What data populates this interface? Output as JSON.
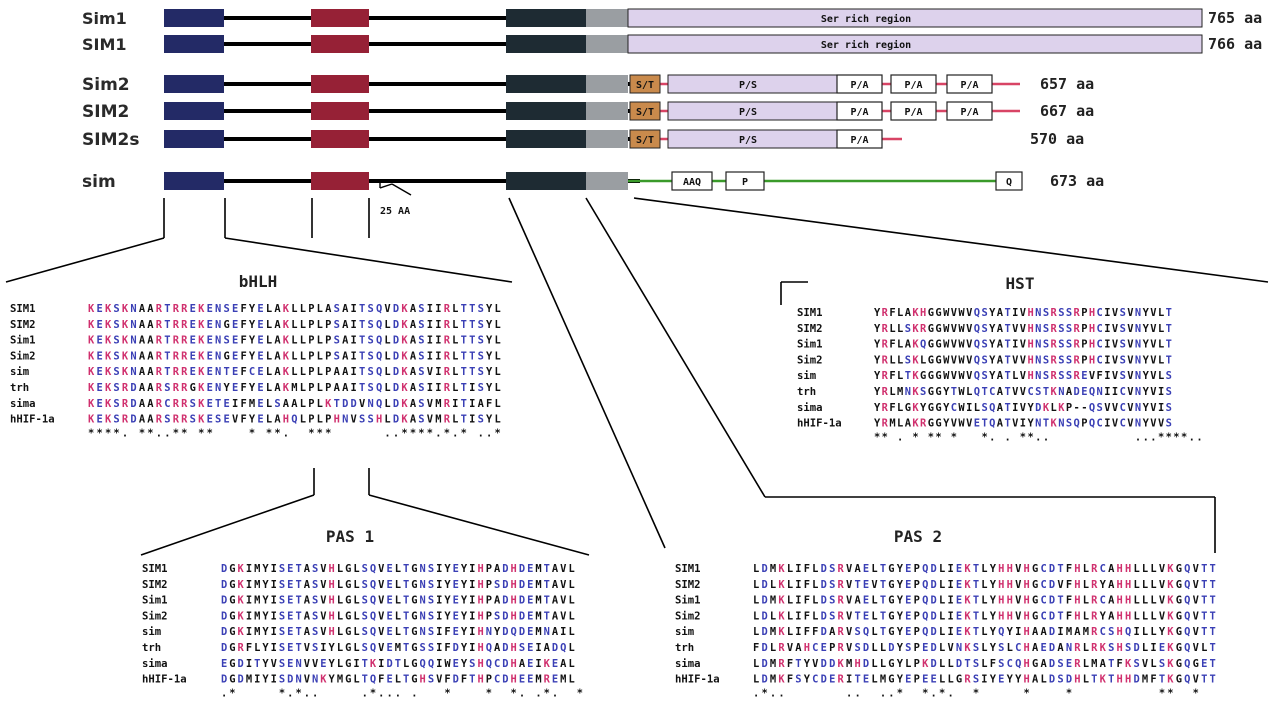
{
  "colors": {
    "bhlh": "#232a66",
    "pasA": "#962136",
    "pasB_dark": "#1e2b33",
    "pasB_light": "#9a9ea2",
    "ser_region": "#ddd2ec",
    "s_t": "#c98a4c",
    "green_line": "#3a9a2a",
    "pink_line": "#d84465",
    "seq_pink": "#d0306e",
    "seq_blue": "#3a3fb5",
    "seq_black": "#111111"
  },
  "proteins": [
    {
      "name": "Sim1",
      "length": "765 aa",
      "region": "Ser rich region"
    },
    {
      "name": "SIM1",
      "length": "766 aa",
      "region": "Ser rich region"
    },
    {
      "name": "Sim2",
      "length": "657 aa",
      "boxes": [
        "S/T",
        "P/S",
        "P/A",
        "P/A",
        "P/A"
      ]
    },
    {
      "name": "SIM2",
      "length": "667 aa",
      "boxes": [
        "S/T",
        "P/S",
        "P/A",
        "P/A",
        "P/A"
      ]
    },
    {
      "name": "SIM2s",
      "length": "570 aa",
      "boxes": [
        "S/T",
        "P/S",
        "P/A"
      ]
    },
    {
      "name": "sim",
      "length": "673 aa",
      "boxes": [
        "AAQ",
        "P",
        "Q"
      ]
    }
  ],
  "scale_label": "25 AA",
  "panels": [
    {
      "id": "bhlh",
      "title": "bHLH",
      "rows": [
        {
          "label": "SIM1",
          "seq": "KEKSKNAARTRREKENSEFYELAKLLPLASAITSQVDKASIIRLTTSYL"
        },
        {
          "label": "SIM2",
          "seq": "KEKSKNAARTRREKENGEFYELAKLLPLPSAITSQLDKASIIRLTTSYL"
        },
        {
          "label": "Sim1",
          "seq": "KEKSKNAARTRREKENSEFYELAKLLPLPSAITSQLDKASIIRLTTSYL"
        },
        {
          "label": "Sim2",
          "seq": "KEKSKNAARTRREKENGEFYELAKLLPLPSAITSQLDKASIIRLTTSYL"
        },
        {
          "label": "sim",
          "seq": "KEKSKNAARTRREKENTEFCELAKLLPLPAAITSQLDKASVIRLTTSYL"
        },
        {
          "label": "trh",
          "seq": "KEKSRDAARSRRGKENYEFYELAKMLPLPAAITSQLDKASIIRLTISYL"
        },
        {
          "label": "sima",
          "seq": "KEKSRDAARCRRSKETEIFMELSAALPLKTDDVNQLDKASVMRITIAFL"
        },
        {
          "label": "hHIF-1a",
          "seq": "KEKSRDAARSRRSKESEVFYELAHQLPLPHNVSSHLDKASVMRLTISYL"
        }
      ],
      "consensus": "****. **..** **    * **.  ***      ..****.*.* ..*"
    },
    {
      "id": "hst",
      "title": "HST",
      "rows": [
        {
          "label": "SIM1",
          "seq": "YRFLAKHGGWVWVQSYATIVHNSRSSRPHCIVSVNYVLT"
        },
        {
          "label": "SIM2",
          "seq": "YRLLSKRGGWVWVQSYATVVHNSRSSRPHCIVSVNYVLT"
        },
        {
          "label": "Sim1",
          "seq": "YRFLAKQGGWVWVQSYATIVHNSRSSRPHCIVSVNYVLT"
        },
        {
          "label": "Sim2",
          "seq": "YRLLSKLGGWVWVQSYATVVHNSRSSRPHCIVSVNYVLT"
        },
        {
          "label": "sim",
          "seq": "YRFLTKGGGWVWVQSYATLVHNSRSSREVFIVSVNYVLS"
        },
        {
          "label": "trh",
          "seq": "YRLMNKSGGYTWLQTCATVVCSTKNADEQNIICVNYVIS"
        },
        {
          "label": "sima",
          "seq": "YRFLGKYGGYCWILSQATIVYDKLKP--QSVVCVNYVIS"
        },
        {
          "label": "hHIF-1a",
          "seq": "YRMLAKRGGYVWVETQATVIYNTKNSQPQCIVCVNYVVS"
        }
      ],
      "consensus": "** . * ** *   *. . **..           ...****.."
    },
    {
      "id": "pas1",
      "title": "PAS 1",
      "rows": [
        {
          "label": "SIM1",
          "seq": "DGKIMYISETASVHLGLSQVELTGNSIYEYIHPADHDEMTAVL"
        },
        {
          "label": "SIM2",
          "seq": "DGKIMYISETASVHLGLSQVELTGNSIYEYIHPSDHDEMTAVL"
        },
        {
          "label": "Sim1",
          "seq": "DGKIMYISETASVHLGLSQVELTGNSIYEYIHPADHDEMTAVL"
        },
        {
          "label": "Sim2",
          "seq": "DGKIMYISETASVHLGLSQVELTGNSIYEYIHPSDHDEMTAVL"
        },
        {
          "label": "sim",
          "seq": "DGKIMYISETASVHLGLSQVELTGNSIFEYIHNYDQDEMNAIL"
        },
        {
          "label": "trh",
          "seq": "DGRFLYISETVSIYLGLSQVEMTGSSIFDYIHQADHSEIADQL"
        },
        {
          "label": "sima",
          "seq": "EGDITYVSENVVEYLGITKIDTLGQQIWEYSHQCDHAEIKEAL"
        },
        {
          "label": "hHIF-1a",
          "seq": "DGDMIYISDNVNKYMGLTQFELTGHSVFDFTHPCDHEEMREML"
        }
      ],
      "consensus": ".*     *.*..     .*... .   *    *  *. .*.  *"
    },
    {
      "id": "pas2",
      "title": "PAS 2",
      "rows": [
        {
          "label": "SIM1",
          "seq": "LDMKLIFLDSRVAELTGYEPQDLIEKTLYHHVHGCDTFHLRCAHHLLLVKGQVTT"
        },
        {
          "label": "SIM2",
          "seq": "LDLKLIFLDSRVTEVTGYEPQDLIEKTLYHHVHGCDVFHLRYAHHLLLVKGQVTT"
        },
        {
          "label": "Sim1",
          "seq": "LDMKLIFLDSRVAELTGYEPQDLIEKTLYHHVHGCDTFHLRCAHHLLLVKGQVTT"
        },
        {
          "label": "Sim2",
          "seq": "LDLKLIFLDSRVTELTGYEPQDLIEKTLYHHVHGCDTFHLRYAHHLLLVKGQVTT"
        },
        {
          "label": "sim",
          "seq": "LDMKLIFFDARVSQLTGYEPQDLIEKTLYQYIHAADIMAMRCSHQILLYKGQVTT"
        },
        {
          "label": "trh",
          "seq": "FDLRVAHCEPRVSDLLDYSPEDLVNKSLYSLCHAEDANRLRKSHSDLIEKGQVLT"
        },
        {
          "label": "sima",
          "seq": "LDMRFTYVDDKMHDLLGYLPKDLLDTSLFSCQHGADSERLMATFKSVLSKGQGET"
        },
        {
          "label": "hHIF-1a",
          "seq": "LDMKFSYCDERITELMGYEPEELLGRSIYEYYHALDSDHLTKTHHDMFTKGQVTT"
        }
      ],
      "consensus": ".*..       ..  ..*  *.*.  *     *    *          **  *"
    }
  ]
}
